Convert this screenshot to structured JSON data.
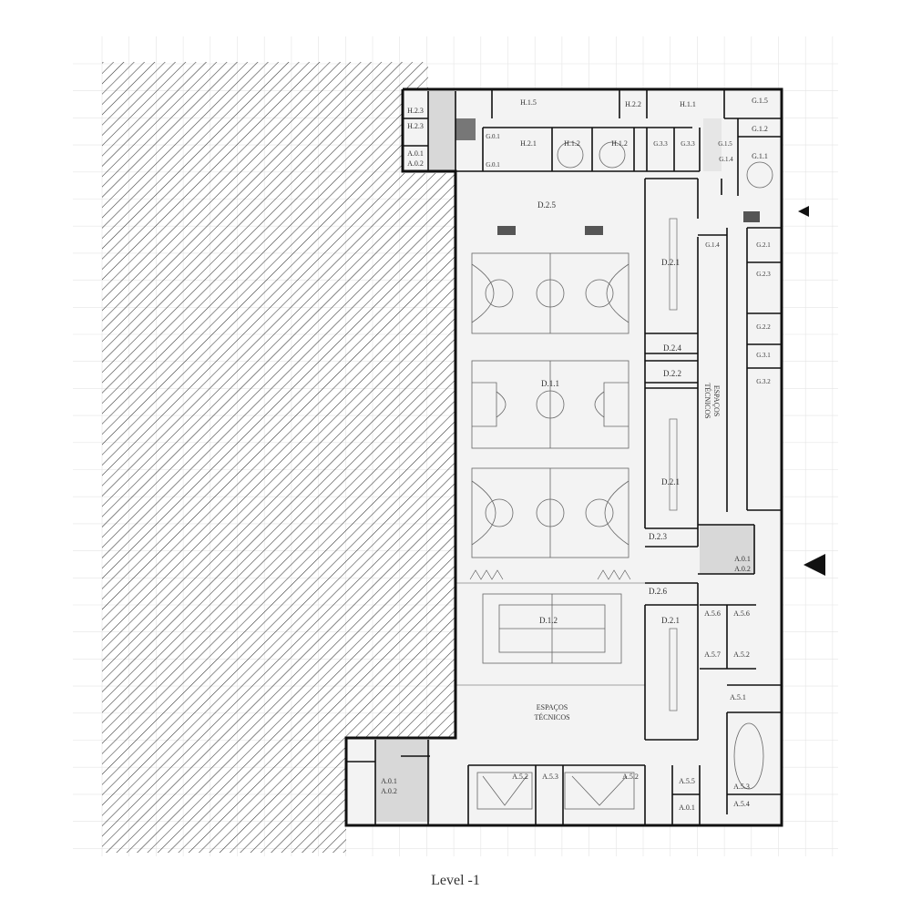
{
  "caption": "Level -1",
  "rooms": {
    "h23a": "H.2.3",
    "h23b": "H.2.3",
    "h15": "H.1.5",
    "h22": "H.2.2",
    "h11": "H.1.1",
    "g15a": "G.1.5",
    "g01a": "G.0.1",
    "g01b": "G.0.1",
    "h21": "H.2.1",
    "h12a": "H.1.2",
    "h12b": "H.1.2",
    "g33a": "G.3.3",
    "g33b": "G.3.3",
    "g15b": "G.1.5",
    "g12": "G.1.2",
    "g14a": "G.1.4",
    "g11": "G.1.1",
    "a01_nw": "A.0.1",
    "a02_nw": "A.0.2",
    "d25": "D.2.5",
    "d21a": "D.2.1",
    "d24": "D.2.4",
    "d22": "D.2.2",
    "d11": "D.1.1",
    "d21b": "D.2.1",
    "d23": "D.2.3",
    "d26": "D.2.6",
    "d12": "D.1.2",
    "d21c": "D.2.1",
    "g14b": "G.1.4",
    "g21": "G.2.1",
    "g23": "G.2.3",
    "g22": "G.2.2",
    "g31": "G.3.1",
    "g32": "G.3.2",
    "a01_e": "A.0.1",
    "a02_e": "A.0.2",
    "a56a": "A.5.6",
    "a56b": "A.5.6",
    "a57": "A.5.7",
    "a52a": "A.5.2",
    "a51": "A.5.1",
    "a53a": "A.5.3",
    "a54": "A.5.4",
    "a55": "A.5.5",
    "a01_s": "A.0.1",
    "a52b": "A.5.2",
    "a53b": "A.5.3",
    "a52c": "A.5.2",
    "a01_sw": "A.0.1",
    "a02_sw": "A.0.2"
  },
  "tech_vertical": [
    "ESPAÇOS",
    "TÉCNICOS"
  ],
  "tech_bottom": [
    "ESPAÇOS",
    "TÉCNICOS"
  ]
}
